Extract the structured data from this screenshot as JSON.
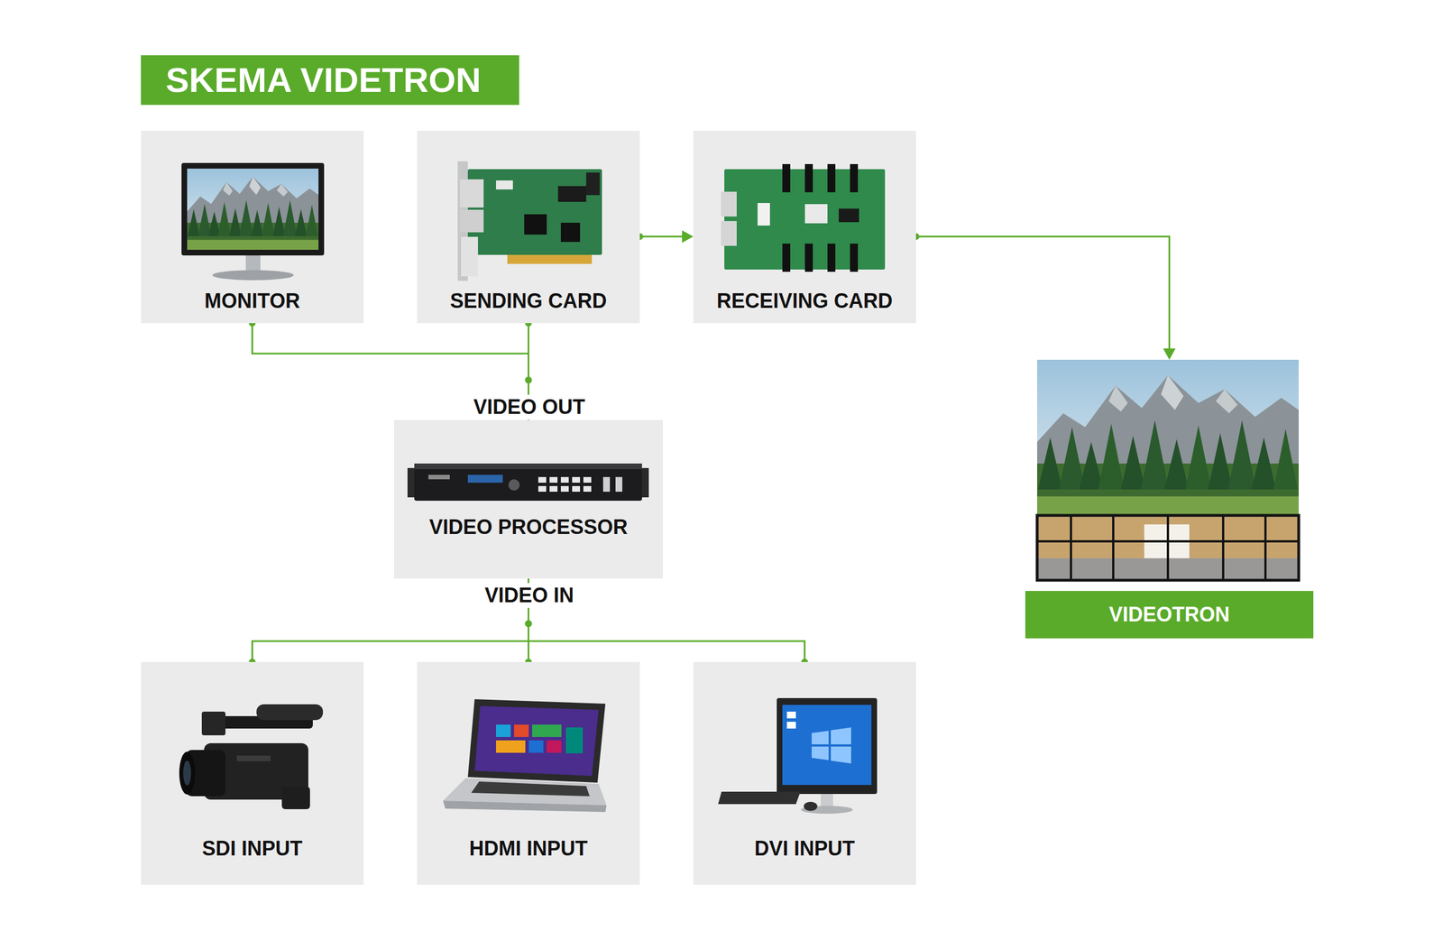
{
  "diagram": {
    "title": "SKEMA VIDETRON",
    "nodes": [
      {
        "text": [
          "MONITOR"
        ]
      },
      {
        "text": [
          "SENDING CARD"
        ]
      },
      {
        "text": [
          "RECEIVING CARD"
        ]
      },
      {
        "text": [
          "VIDEOTRON"
        ]
      },
      {
        "text": [
          "VIDEO PROCESSOR"
        ]
      },
      {
        "text": [
          "SDI INPUT"
        ]
      },
      {
        "text": [
          "HDMI INPUT"
        ]
      },
      {
        "text": [
          "DVI INPUT"
        ]
      }
    ],
    "edges": [
      {
        "from": 1,
        "to": 2,
        "arrow": "to"
      },
      {
        "from": 2,
        "to": 3,
        "arrow": "to"
      },
      {
        "from": 4,
        "to": 0,
        "arrow": "none"
      },
      {
        "from": 4,
        "to": 1,
        "arrow": "none"
      },
      {
        "from": 5,
        "to": 4,
        "arrow": "none"
      },
      {
        "from": 6,
        "to": 4,
        "arrow": "none"
      },
      {
        "from": 7,
        "to": 4,
        "arrow": "none"
      }
    ],
    "labels": [
      "VIDEO OUT",
      "VIDEO IN"
    ]
  }
}
